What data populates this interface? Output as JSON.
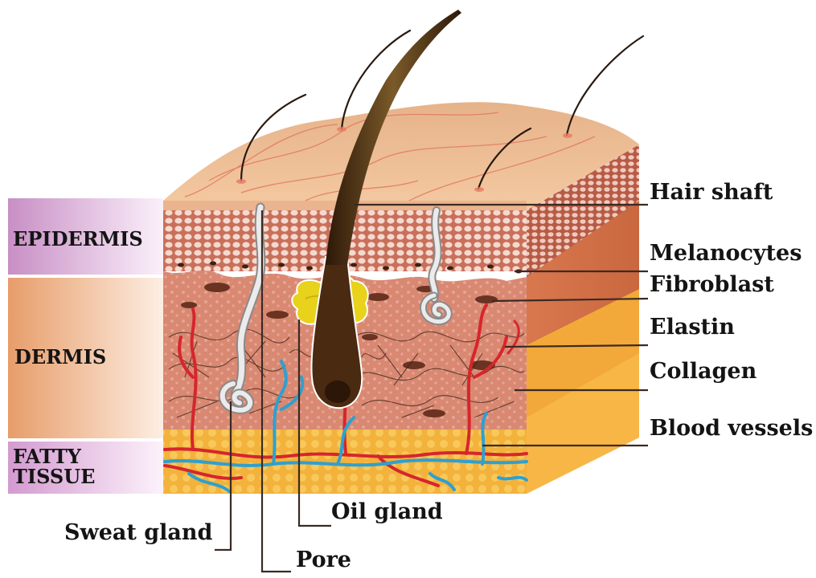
{
  "layers": {
    "epidermis": "EPIDERMIS",
    "dermis": "DERMIS",
    "fatty_tissue_line1": "FATTY",
    "fatty_tissue_line2": "TISSUE"
  },
  "labels": {
    "hair_shaft": "Hair shaft",
    "melanocytes": "Melanocytes",
    "fibroblast": "Fibroblast",
    "elastin": "Elastin",
    "collagen": "Collagen",
    "blood_vessels": "Blood vessels",
    "oil_gland": "Oil gland",
    "sweat_gland": "Sweat gland",
    "pore": "Pore"
  },
  "colors": {
    "epidermis_band": "#d9a6d6",
    "dermis_band": "#e8a97a",
    "fatty_band": "#dba6d6",
    "skin_surface": "#eebd92",
    "dermis_tissue": "#d9826a",
    "fat_tissue": "#f3b43e",
    "artery": "#d6262c",
    "vein": "#2ea0d0",
    "oil_gland": "#e8d21c",
    "hair": "#4a2a10"
  }
}
